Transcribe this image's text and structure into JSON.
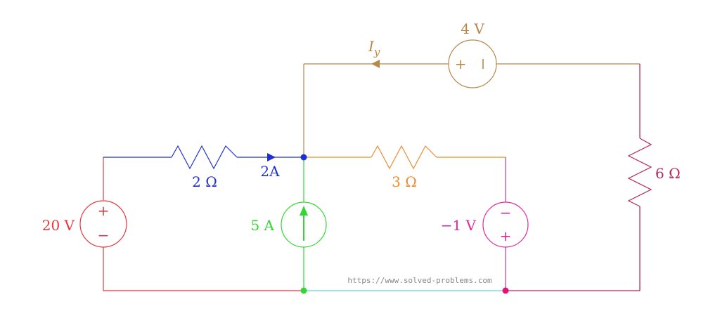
{
  "labels": {
    "source_20v": "20 V",
    "resistor_2": "2 Ω",
    "current_2a": "2A",
    "current_source_5a": "5 A",
    "resistor_3": "3 Ω",
    "source_neg1v": "−1 V",
    "resistor_6": "6 Ω",
    "source_4v": "4 V",
    "current_iy_main": "I",
    "current_iy_sub": "y",
    "watermark": "https://www.solved-problems.com"
  },
  "symbols": {
    "plus": "+",
    "minus": "−"
  },
  "colors": {
    "red": "#e8383d",
    "blue": "#1f2fd6",
    "orange": "#f08a2a",
    "green": "#33d633",
    "magenta": "#e0279e",
    "maroon": "#b8245a",
    "tan": "#b88848",
    "cyan": "#5fd3e0",
    "node_blue": "#1f2fd6",
    "node_green": "#33d633",
    "node_magenta": "#e0137a",
    "watermark": "#888888"
  }
}
